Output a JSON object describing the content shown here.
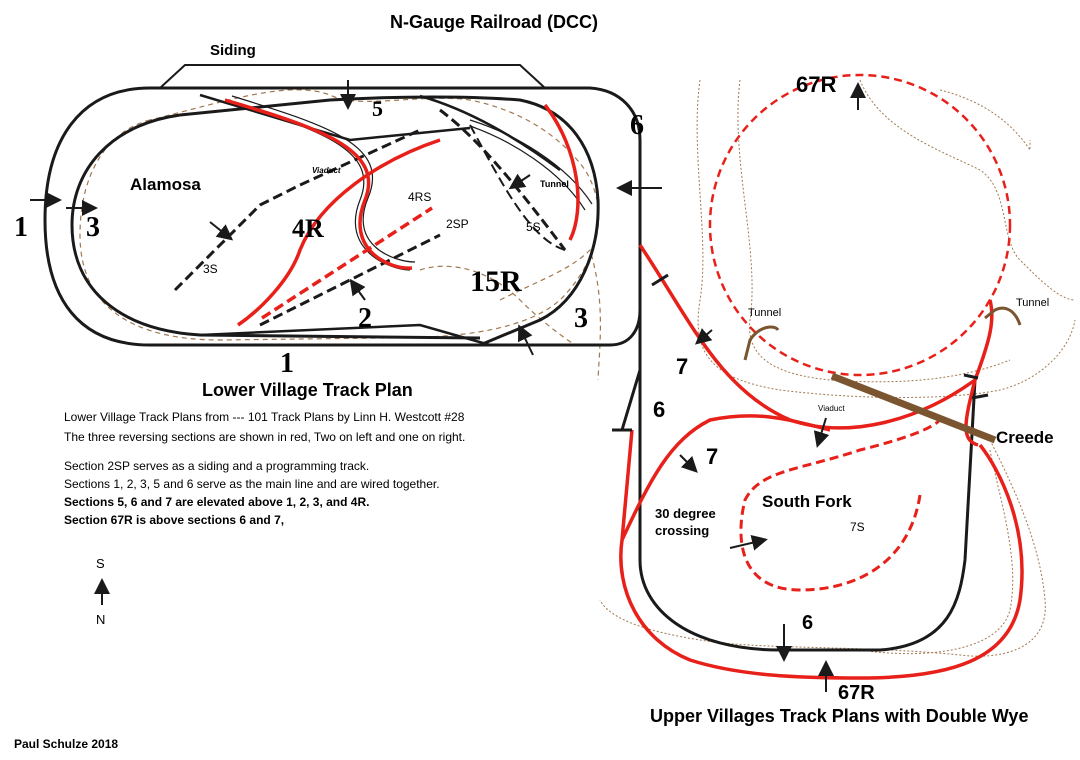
{
  "title": "N-Gauge Railroad (DCC)",
  "siding_label": "Siding",
  "lower": {
    "heading": "Lower Village Track Plan",
    "town": "Alamosa",
    "sections": {
      "s1_left": "1",
      "s1_bottom": "1",
      "s2": "2",
      "s3_left": "3",
      "s3_right": "3",
      "s5": "5",
      "s4r": "4R",
      "s15r": "15R",
      "s3s": "3S",
      "s4rs": "4RS",
      "s2sp": "2SP",
      "s5s": "5S",
      "s6_top": "6"
    },
    "viaduct": "Viaduct",
    "tunnel": "Tunnel"
  },
  "notes": [
    "Lower Village Track Plans from  ---  101 Track Plans by Linn H. Westcott  #28",
    "The three reversing sections are shown in red, Two on left and one on right.",
    "Section 2SP serves as a siding and a programming track.",
    "Sections 1, 2, 3, 5  and 6 serve as the main line and are wired together.",
    "Sections 5, 6 and 7 are elevated above 1, 2, 3, and 4R.",
    "Section 67R is above sections 6 and 7,"
  ],
  "compass": {
    "top": "S",
    "bottom": "N"
  },
  "upper": {
    "heading": "Upper Villages Track Plans with Double Wye",
    "town_creede": "Creede",
    "town_south_fork": "South Fork",
    "crossing": [
      "30 degree",
      "crossing"
    ],
    "tunnel_left": "Tunnel",
    "tunnel_right": "Tunnel",
    "viaduct": "Viaduct",
    "sections": {
      "s67r_top": "67R",
      "s67r_bottom": "67R",
      "s7_a": "7",
      "s7_b": "7",
      "s6_mid": "6",
      "s6_bottom": "6",
      "s7s": "7S"
    }
  },
  "author": "Paul Schulze",
  "year": "2018",
  "colors": {
    "reversing": "#e8201a",
    "main": "#1a1a1a",
    "terrain": "#a07850",
    "viaduct": "#7a5530"
  }
}
